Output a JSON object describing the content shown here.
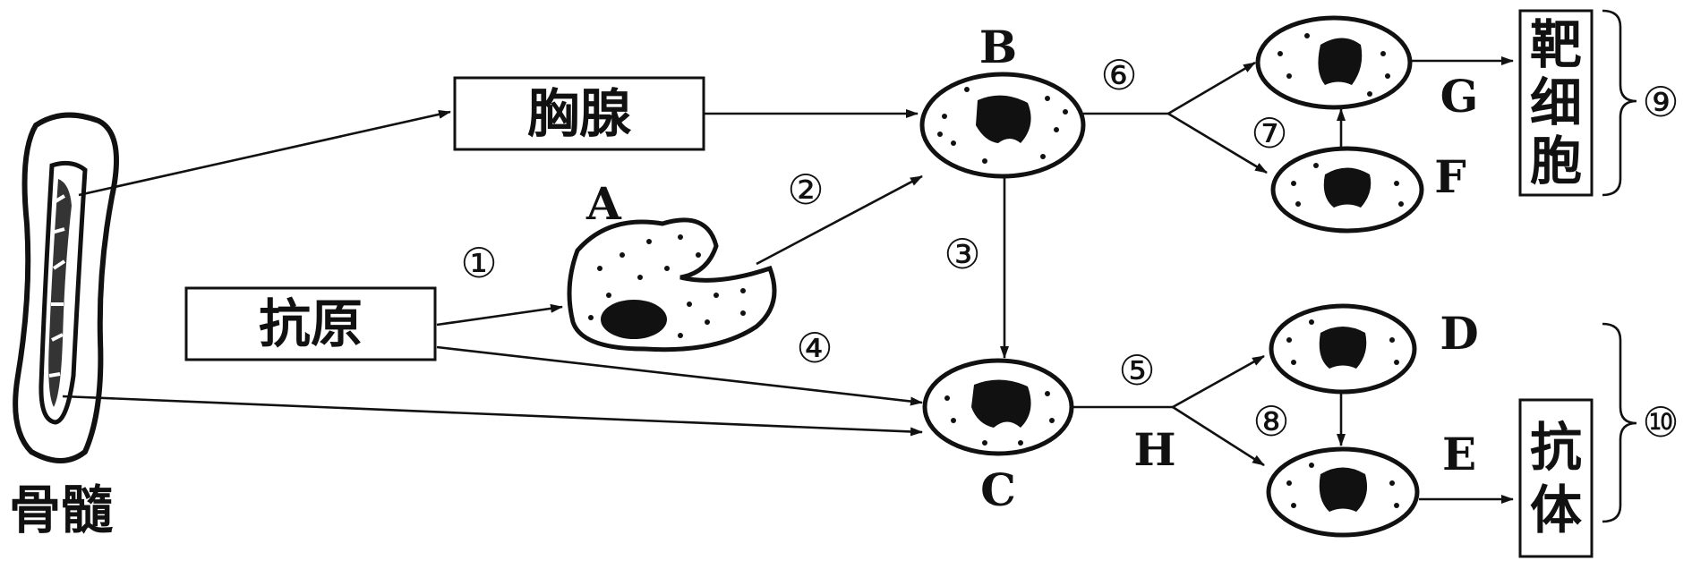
{
  "diagram": {
    "organs": {
      "bone_marrow": "骨髓",
      "thymus": "胸腺"
    },
    "boxes": {
      "antigen": "抗原",
      "target_cell": "靶细胞",
      "antibody": "抗体"
    },
    "cell_labels": {
      "A": "A",
      "B": "B",
      "C": "C",
      "D": "D",
      "E": "E",
      "F": "F",
      "G": "G",
      "H": "H"
    },
    "steps": {
      "s1": "①",
      "s2": "②",
      "s3": "③",
      "s4": "④",
      "s5": "⑤",
      "s6": "⑥",
      "s7": "⑦",
      "s8": "⑧",
      "s9": "⑨",
      "s10": "⑩"
    }
  }
}
